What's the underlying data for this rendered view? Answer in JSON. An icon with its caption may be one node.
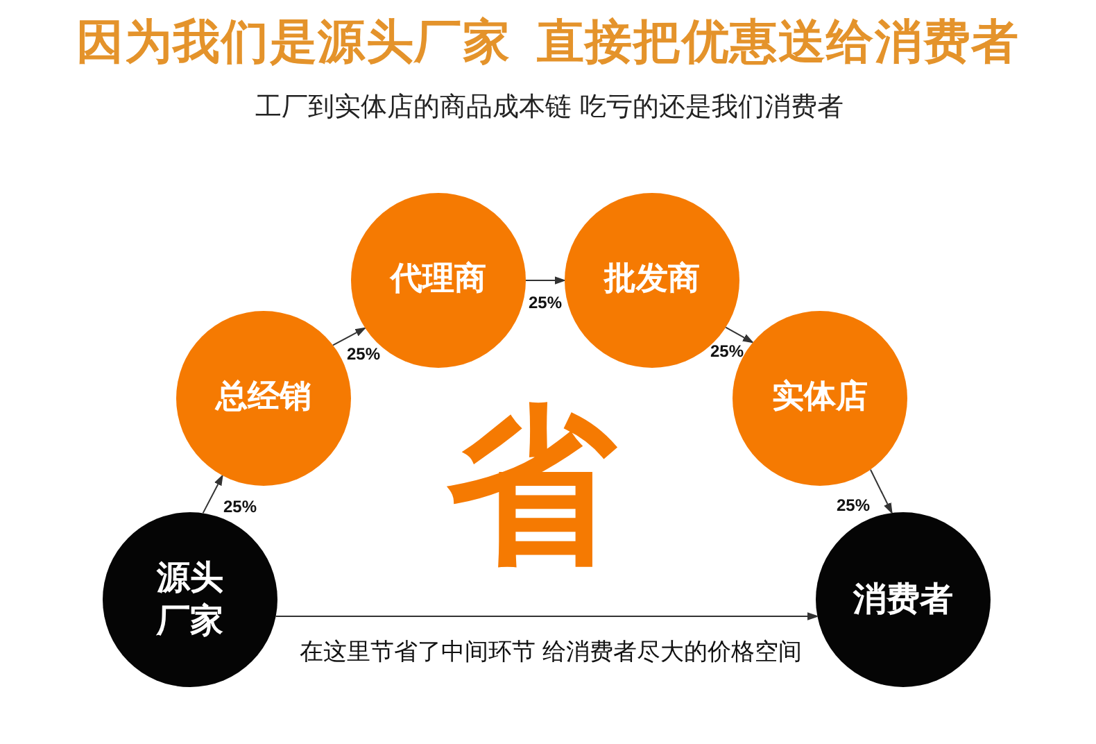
{
  "diagram": {
    "title": "因为我们是源头厂家 直接把优惠送给消费者",
    "nodes": [
      {
        "text": [
          "源头厂家"
        ]
      },
      {
        "text": [
          "总经销"
        ]
      },
      {
        "text": [
          "代理商"
        ]
      },
      {
        "text": [
          "批发商"
        ]
      },
      {
        "text": [
          "实体店"
        ]
      },
      {
        "text": [
          "消费者"
        ]
      }
    ],
    "edges": [
      {
        "from": 0,
        "to": 1,
        "arrow": "to",
        "label": "25%"
      },
      {
        "from": 1,
        "to": 2,
        "arrow": "to",
        "label": "25%"
      },
      {
        "from": 2,
        "to": 3,
        "arrow": "to",
        "label": "25%"
      },
      {
        "from": 3,
        "to": 4,
        "arrow": "to",
        "label": "25%"
      },
      {
        "from": 4,
        "to": 5,
        "arrow": "to",
        "label": "25%"
      },
      {
        "from": 0,
        "to": 5,
        "arrow": "to",
        "label": "在这里节省了中间环节 给消费者尽大的价格空间"
      }
    ],
    "labels": [
      "工厂到实体店的商品成本链 吃亏的还是我们消费者",
      "省"
    ]
  }
}
